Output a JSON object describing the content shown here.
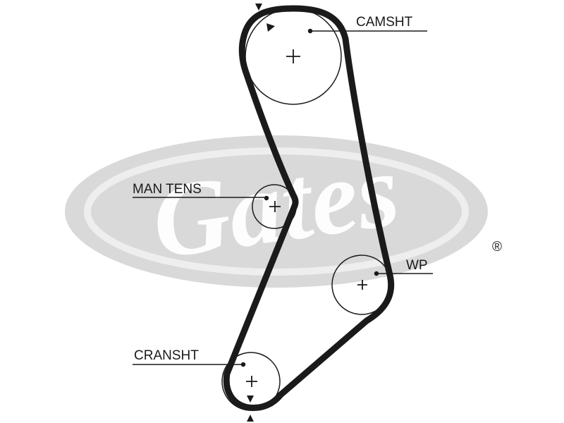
{
  "watermark": {
    "brand": "Gates",
    "registered_mark": "®",
    "color": "#d9d9d9"
  },
  "colors": {
    "belt": "#1a1a1a",
    "ink": "#1a1a1a",
    "background": "#ffffff"
  },
  "labels": {
    "camshaft": "CAMSHT",
    "tensioner": "MAN TENS",
    "water_pump": "WP",
    "crankshaft": "CRANSHT"
  },
  "markers": {
    "cam_timing_mark": "triangle",
    "crank_timing_mark": "triangle"
  }
}
